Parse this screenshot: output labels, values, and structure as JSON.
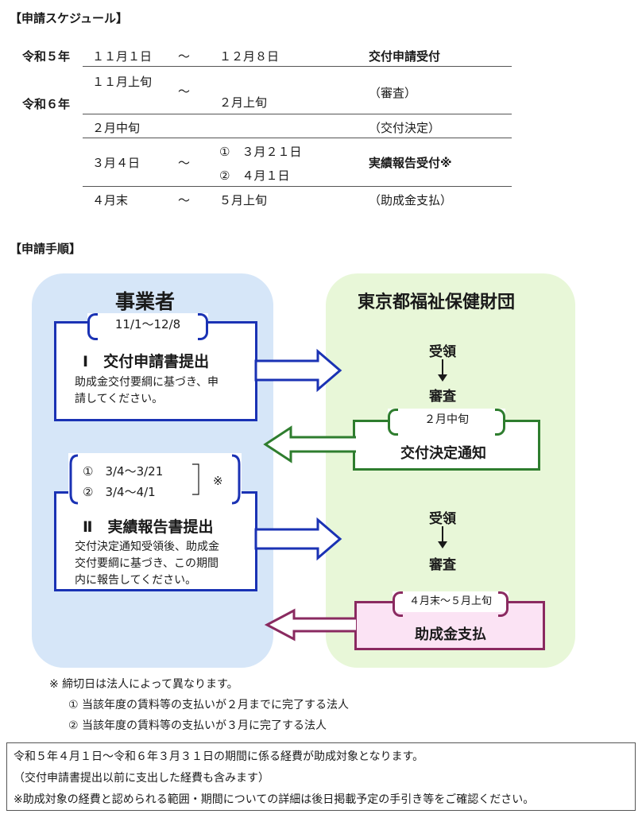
{
  "schedule": {
    "title": "【申請スケジュール】",
    "rows": [
      {
        "year": "令和５年",
        "from": "１１月１日",
        "tilde": "～",
        "to": "１２月８日",
        "label": "交付申請受付"
      },
      {
        "year": "令和６年",
        "from": "１１月上旬",
        "tilde": "～",
        "to": "２月上旬",
        "label": "（審査）"
      },
      {
        "from": "２月中旬",
        "label": "（交付決定）"
      },
      {
        "from": "３月４日",
        "tilde": "～",
        "to1": "①　３月２１日",
        "to2": "②　４月１日",
        "label": "実績報告受付※"
      },
      {
        "from": "４月末",
        "tilde": "～",
        "to": "５月上旬",
        "label": "（助成金支払）"
      }
    ]
  },
  "procedure": {
    "title": "【申請手順】",
    "left_head": "事業者",
    "right_head": "東京都福祉保健財団",
    "step1": {
      "period": "11/1～12/8",
      "title": "Ⅰ　交付申請書提出",
      "desc_line1": "助成金交付要綱に基づき、申",
      "desc_line2": "請してください。"
    },
    "step2": {
      "period1": "①　3/4～3/21",
      "period2": "②　3/4～4/1",
      "mark": "※",
      "title": "Ⅱ　実績報告書提出",
      "desc_line1": "交付決定通知受領後、助成金",
      "desc_line2": "交付要綱に基づき、この期間",
      "desc_line3": "内に報告してください。"
    },
    "right1": {
      "receive": "受領",
      "review": "審査"
    },
    "decision": {
      "period": "２月中旬",
      "title": "交付決定通知"
    },
    "right2": {
      "receive": "受領",
      "review": "審査"
    },
    "payment": {
      "period": "４月末～５月上旬",
      "title": "助成金支払"
    }
  },
  "notes": {
    "main": "※ 締切日は法人によって異なります。",
    "n1": "① 当該年度の賃料等の支払いが２月までに完了する法人",
    "n2": "② 当該年度の賃料等の支払いが３月に完了する法人"
  },
  "bottom": {
    "line1": "令和５年４月１日～令和６年３月３１日の期間に係る経費が助成対象となります。",
    "line2": "（交付申請書提出以前に支出した経費も含みます）",
    "line3": "※助成対象の経費と認められる範囲・期間についての詳細は後日掲載予定の手引き等をご確認ください。"
  },
  "colors": {
    "blue": "#1a32b4",
    "green": "#2e7d2e",
    "pink": "#8a2a60",
    "left_panel": "#d6e6f8",
    "right_panel": "#e8f7d8"
  }
}
